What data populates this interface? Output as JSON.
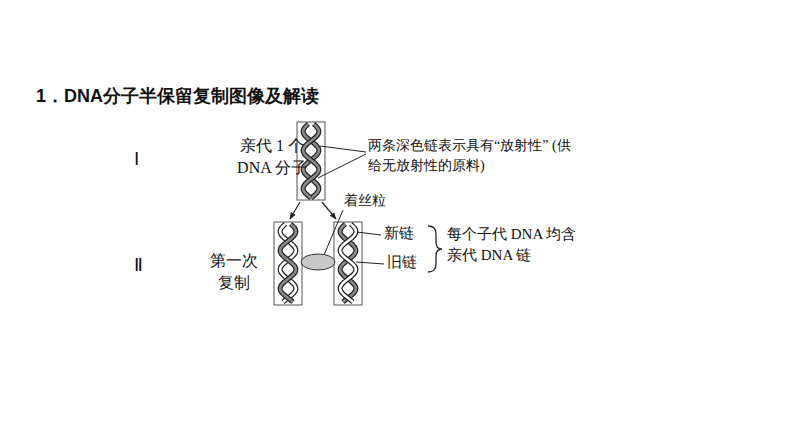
{
  "diagram": {
    "title": "1．DNA分子半保留复制图像及解读",
    "labels": [
      "Ⅰ",
      "亲代 1 个 DNA 分子",
      "两条深色链表示具有“放射性” (供给无放射性的原料)",
      "着丝粒",
      "新链",
      "旧链",
      "每个子代 DNA 均含 亲代 DNA 链",
      "Ⅱ",
      "第一次 复制"
    ]
  }
}
